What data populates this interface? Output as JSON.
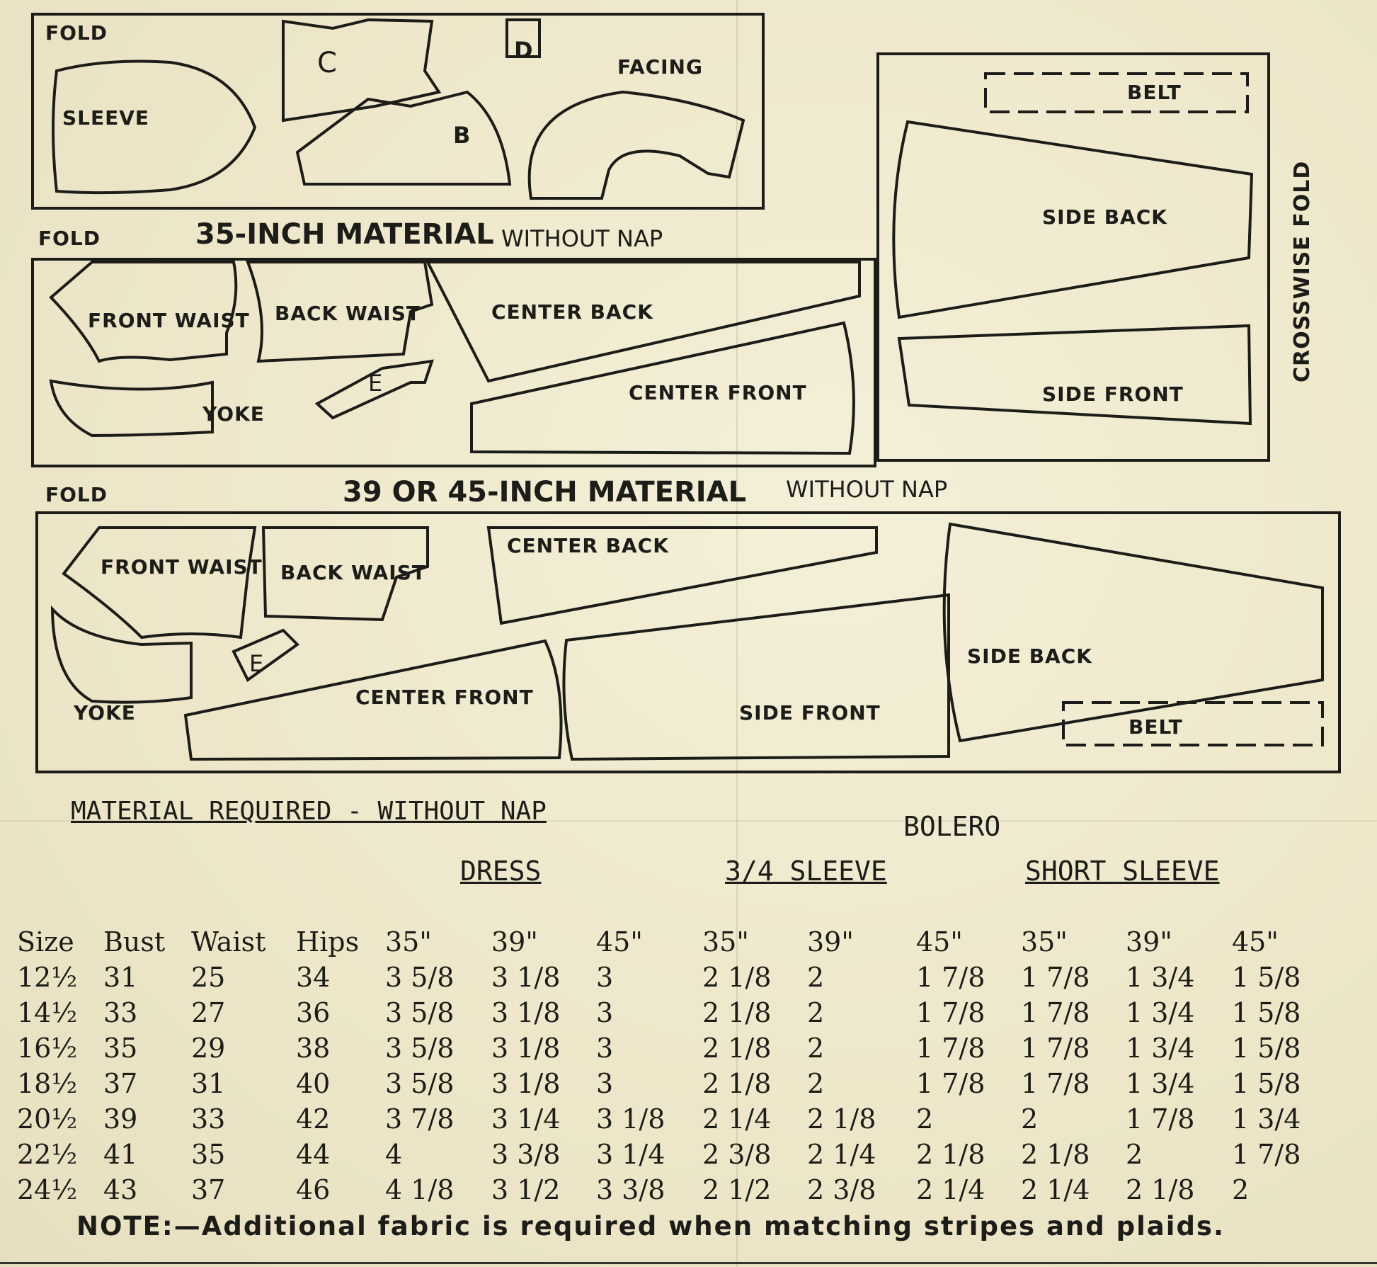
{
  "layout1": {
    "fold": "FOLD",
    "sleeve": "SLEEVE",
    "piece_c": "C",
    "piece_d": "D",
    "piece_b": "B",
    "facing": "FACING"
  },
  "layout2": {
    "fold": "FOLD",
    "material": "35-INCH MATERIAL",
    "nap": "WITHOUT NAP",
    "front_waist": "FRONT WAIST",
    "back_waist": "BACK WAIST",
    "center_back": "CENTER BACK",
    "yoke": "YOKE",
    "piece_e": "E",
    "center_front": "CENTER FRONT",
    "belt": "BELT",
    "side_back": "SIDE BACK",
    "side_front": "SIDE FRONT",
    "crosswise_fold": "CROSSWISE FOLD"
  },
  "layout3": {
    "fold": "FOLD",
    "material": "39 OR 45-INCH MATERIAL",
    "nap": "WITHOUT NAP",
    "front_waist": "FRONT WAIST",
    "back_waist": "BACK WAIST",
    "center_back": "CENTER BACK",
    "piece_e": "E",
    "yoke": "YOKE",
    "center_front": "CENTER FRONT",
    "side_front": "SIDE FRONT",
    "side_back": "SIDE BACK",
    "belt": "BELT"
  },
  "material": {
    "title": "MATERIAL REQUIRED - WITHOUT NAP",
    "bolero": "BOLERO",
    "dress": "DRESS",
    "three_quarter_sleeve": "3/4 SLEEVE",
    "short_sleeve": "SHORT SLEEVE",
    "columns": [
      "Size",
      "Bust",
      "Waist",
      "Hips",
      "35\"",
      "39\"",
      "45\"",
      "35\"",
      "39\"",
      "45\"",
      "35\"",
      "39\"",
      "45\""
    ],
    "rows": [
      [
        "12½",
        "31",
        "25",
        "34",
        "3 5/8",
        "3 1/8",
        "3",
        "2 1/8",
        "2",
        "1 7/8",
        "1 7/8",
        "1 3/4",
        "1 5/8"
      ],
      [
        "14½",
        "33",
        "27",
        "36",
        "3 5/8",
        "3 1/8",
        "3",
        "2 1/8",
        "2",
        "1 7/8",
        "1 7/8",
        "1 3/4",
        "1 5/8"
      ],
      [
        "16½",
        "35",
        "29",
        "38",
        "3 5/8",
        "3 1/8",
        "3",
        "2 1/8",
        "2",
        "1 7/8",
        "1 7/8",
        "1 3/4",
        "1 5/8"
      ],
      [
        "18½",
        "37",
        "31",
        "40",
        "3 5/8",
        "3 1/8",
        "3",
        "2 1/8",
        "2",
        "1 7/8",
        "1 7/8",
        "1 3/4",
        "1 5/8"
      ],
      [
        "20½",
        "39",
        "33",
        "42",
        "3 7/8",
        "3 1/4",
        "3 1/8",
        "2 1/4",
        "2 1/8",
        "2",
        "2",
        "1 7/8",
        "1 3/4"
      ],
      [
        "22½",
        "41",
        "35",
        "44",
        "4",
        "3 3/8",
        "3 1/4",
        "2 3/8",
        "2 1/4",
        "2 1/8",
        "2 1/8",
        "2",
        "1 7/8"
      ],
      [
        "24½",
        "43",
        "37",
        "46",
        "4 1/8",
        "3 1/2",
        "3 3/8",
        "2 1/2",
        "2 3/8",
        "2 1/4",
        "2 1/4",
        "2 1/8",
        "2"
      ]
    ]
  },
  "note": "NOTE:—Additional fabric is required when matching stripes and plaids."
}
